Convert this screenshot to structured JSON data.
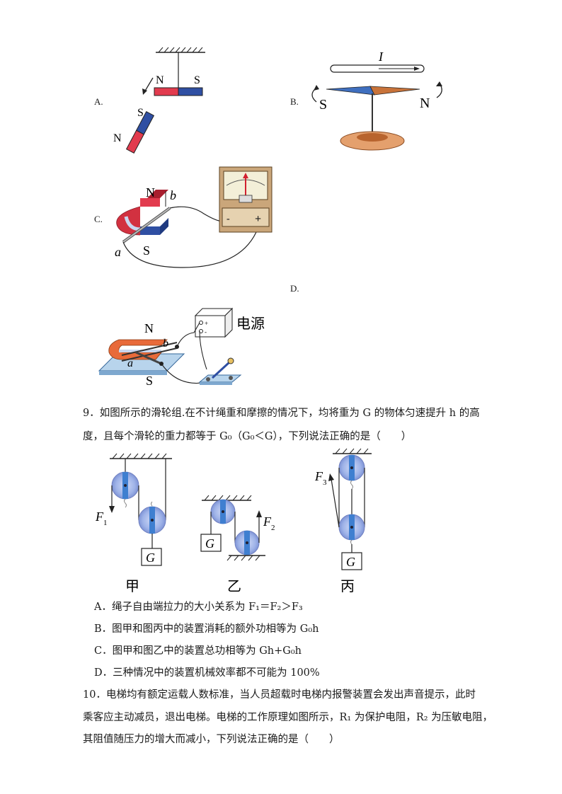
{
  "q8": {
    "optA": "A.",
    "optB": "B.",
    "optC": "C.",
    "optD": "D.",
    "figA": {
      "n_top": "N",
      "s_top": "S",
      "s_needle": "S",
      "n_needle": "N"
    },
    "figB": {
      "current": "I",
      "s": "S",
      "n": "N"
    },
    "figC": {
      "n": "N",
      "s": "S",
      "a": "a",
      "b": "b"
    },
    "figD": {
      "n": "N",
      "s": "S",
      "a": "a",
      "b": "b",
      "power": "电源"
    }
  },
  "q9": {
    "stem_line1": "9．如图所示的滑轮组.在不计绳重和摩擦的情况下，均将重为 G 的物体匀速提升 h 的高",
    "stem_line2": "度，且每个滑轮的重力都等于 G₀（G₀＜G），下列说法正确的是（　　）",
    "fig": {
      "jia": "甲",
      "yi": "乙",
      "bing": "丙",
      "f1": "F",
      "f1_sub": "1",
      "f2": "F",
      "f2_sub": "2",
      "f3": "F",
      "f3_sub": "3",
      "g": "G"
    },
    "options": [
      "A．绳子自由端拉力的大小关系为 F₁＝F₂＞F₃",
      "B．图甲和图丙中的装置消耗的额外功相等为 G₀h",
      "C．图甲和图乙中的装置总功相等为 Gh+G₀h",
      "D．三种情况中的装置机械效率都不可能为 100%"
    ]
  },
  "q10": {
    "line1": "10．电梯均有额定运载人数标准，当人员超载时电梯内报警装置会发出声音提示，此时",
    "line2": "乘客应主动减员，退出电梯。电梯的工作原理如图所示，R₁ 为保护电阻，R₂ 为压敏电阻，",
    "line3": "其阻值随压力的增大而减小，下列说法正确的是（　　）"
  },
  "colors": {
    "red": "#e23b4e",
    "blue": "#2f4fa3",
    "orange": "#c8733a",
    "pulleyBlue": "#3f7fd0"
  }
}
